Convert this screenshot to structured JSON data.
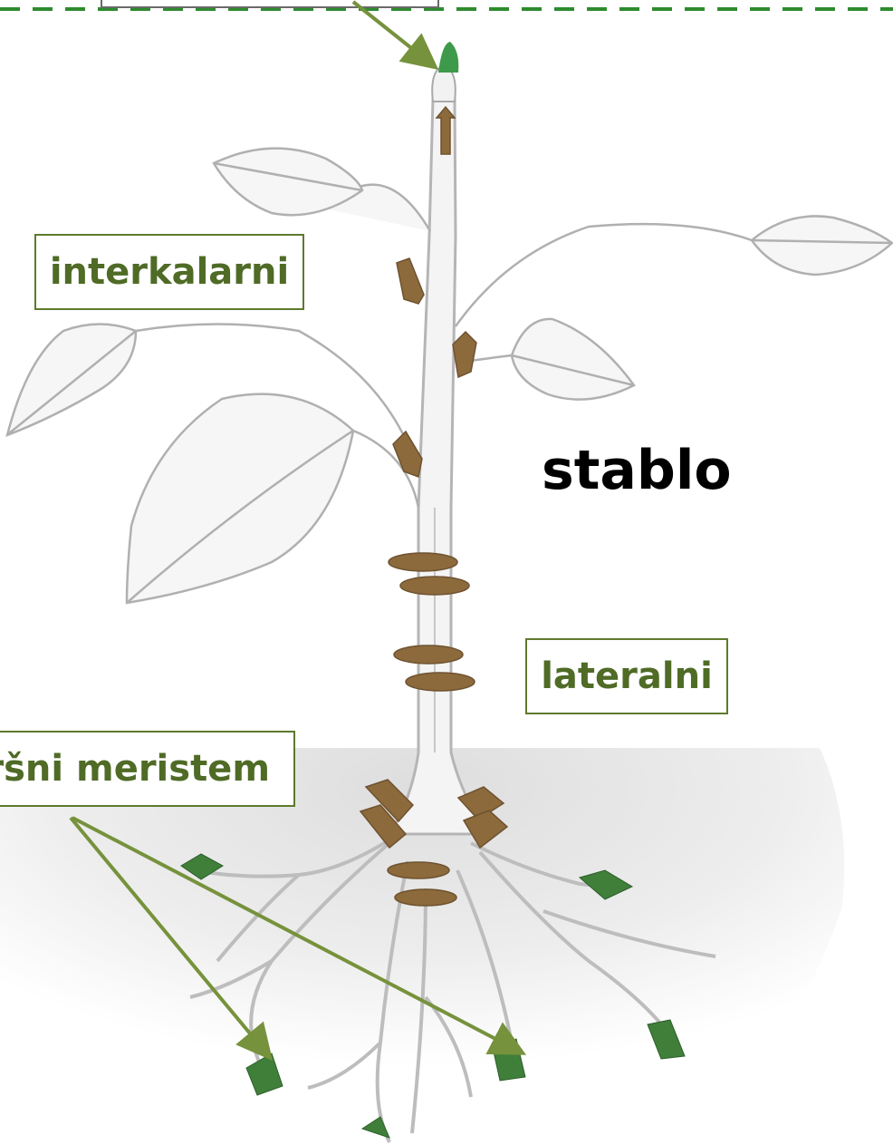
{
  "labels": {
    "interkalarni": "interkalarni",
    "lateralni": "lateralni",
    "vrsni_meristem": "ršni meristem",
    "stablo": "stablo"
  },
  "colors": {
    "label_text": "#4f6b26",
    "label_border": "#5e7a2c",
    "arrow": "#76923c",
    "dashed_line": "#2e8b2e",
    "meristem_brown": "#8c6a3c",
    "meristem_green": "#3f7f3a",
    "plant_outline": "#b8b8b8",
    "soil": "#e6e6e6"
  },
  "icons": [
    "apical-meristem-tip",
    "brown-meristem-arrow",
    "green-root-tip-arrow"
  ]
}
